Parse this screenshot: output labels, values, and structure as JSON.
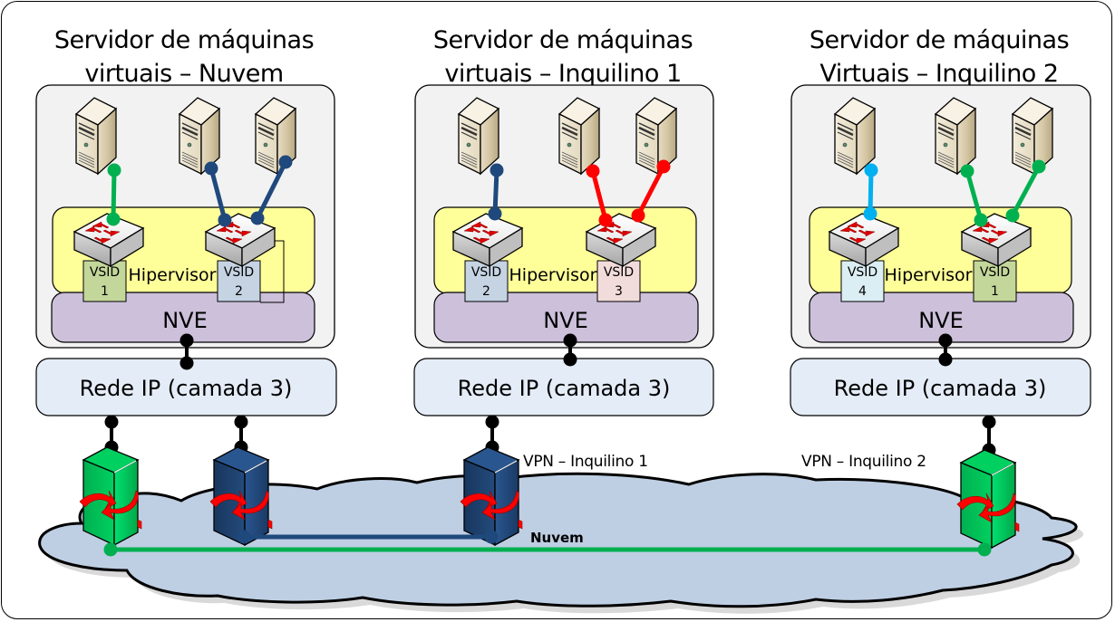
{
  "diagram": {
    "servers": [
      {
        "title_line1": "Servidor de máquinas",
        "title_line2": "virtuais – Nuvem",
        "hypervisor_label": "Hipervisor",
        "nve_label": "NVE",
        "network_label": "Rede IP (camada 3)",
        "vsids": [
          {
            "label": "VSID",
            "number": "1",
            "color": "#c4d79b",
            "link_color": "#00b050",
            "vm_count": 1
          },
          {
            "label": "VSID",
            "number": "2",
            "color": "#c5d3e3",
            "link_color": "#1f497d",
            "vm_count": 2
          }
        ]
      },
      {
        "title_line1": "Servidor de máquinas",
        "title_line2": "virtuais – Inquilino 1",
        "hypervisor_label": "Hipervisor",
        "nve_label": "NVE",
        "network_label": "Rede IP (camada 3)",
        "vsids": [
          {
            "label": "VSID",
            "number": "2",
            "color": "#c5d3e3",
            "link_color": "#1f497d",
            "vm_count": 1
          },
          {
            "label": "VSID",
            "number": "3",
            "color": "#f2dcdb",
            "link_color": "#ff0000",
            "vm_count": 2
          }
        ]
      },
      {
        "title_line1": "Servidor de máquinas",
        "title_line2": "Virtuais – Inquilino 2",
        "hypervisor_label": "Hipervisor",
        "nve_label": "NVE",
        "network_label": "Rede IP (camada 3)",
        "vsids": [
          {
            "label": "VSID",
            "number": "4",
            "color": "#dbeef3",
            "link_color": "#00b0f0",
            "vm_count": 1
          },
          {
            "label": "VSID",
            "number": "1",
            "color": "#c4d79b",
            "link_color": "#00b050",
            "vm_count": 2
          }
        ]
      }
    ],
    "routers": [
      {
        "name": "router-nuvem-green",
        "color": "green"
      },
      {
        "name": "router-nuvem-blue",
        "color": "blue"
      },
      {
        "name": "router-vpn-inquilino-1",
        "color": "blue",
        "label": "VPN – Inquilino 1"
      },
      {
        "name": "router-vpn-inquilino-2",
        "color": "green",
        "label": "VPN – Inquilino 2"
      }
    ],
    "cloud_label": "Nuvem",
    "colors": {
      "hypervisor": "#ffff99",
      "nve": "#ccc0da",
      "network_box": "#e4ecf7",
      "server_box": "#f2f2f2",
      "cloud": "#bfcfe3",
      "green_link": "#00b050",
      "blue_link": "#1f497d",
      "red_link": "#ff0000",
      "cyan_link": "#00b0f0"
    }
  }
}
